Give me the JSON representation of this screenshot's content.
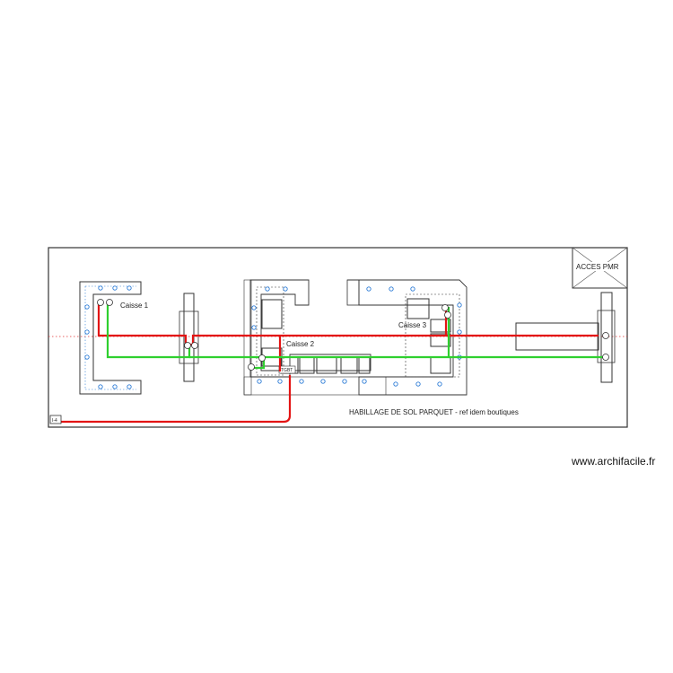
{
  "plan": {
    "labels": {
      "caisse1": "Caisse 1",
      "caisse2": "Caisse 2",
      "caisse3": "Caisse 3",
      "acces": "ACCES PMR",
      "floor_note": "HABILLAGE DE SOL PARQUET - ref idem boutiques",
      "tgbt": "TGBT",
      "panel": "I-4"
    },
    "colors": {
      "red_circuit": "#e31414",
      "green_circuit": "#2fd02f",
      "axis": "#e03030",
      "walls": "#333333",
      "outlets": "#2b7bd6"
    }
  },
  "watermark": "www.archifacile.fr"
}
